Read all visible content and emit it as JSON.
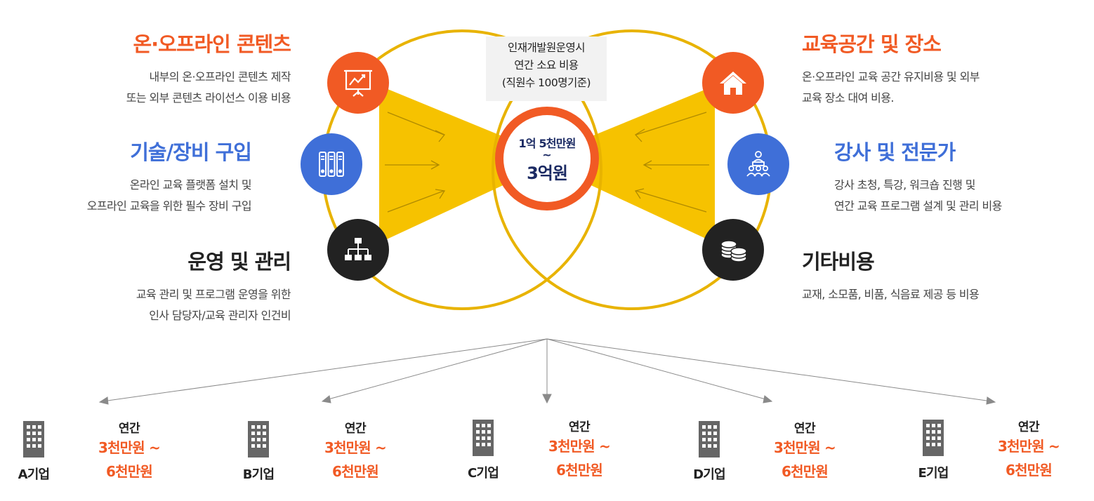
{
  "categories": {
    "online_offline": {
      "title": "온·오프라인 콘텐츠",
      "desc1": "내부의 온·오프라인 콘텐츠 제작",
      "desc2": "또는 외부 콘텐츠 라이선스 이용 비용"
    },
    "tech_equipment": {
      "title": "기술/장비 구입",
      "desc1": "온라인 교육 플랫폼 설치 및",
      "desc2": "오프라인 교육을 위한 필수 장비 구입"
    },
    "operations": {
      "title": "운영 및 관리",
      "desc1": "교육 관리 및 프로그램 운영을 위한",
      "desc2": "인사 담당자/교육 관리자 인건비"
    },
    "space": {
      "title": "교육공간 및 장소",
      "desc1": "온·오프라인 교육 공간 유지비용 및 외부",
      "desc2": "교육 장소 대여 비용."
    },
    "instructors": {
      "title": "강사 및 전문가",
      "desc1": "강사 초청, 특강, 워크숍 진행 및",
      "desc2": "연간 교육 프로그램 설계 및 관리 비용"
    },
    "others": {
      "title": "기타비용",
      "desc1": "교재, 소모품, 비품, 식음료 제공 등 비용"
    }
  },
  "cost_label": {
    "line1": "인재개발원운영시",
    "line2": "연간 소요 비용",
    "line3": "(직원수 100명기준)"
  },
  "center": {
    "line1": "1억 5천만원",
    "tilde": "~",
    "line2": "3억원"
  },
  "companies": [
    {
      "name": "A기업",
      "annual_label": "연간",
      "value1": "3천만원 ~",
      "value2": "6천만원"
    },
    {
      "name": "B기업",
      "annual_label": "연간",
      "value1": "3천만원 ~",
      "value2": "6천만원"
    },
    {
      "name": "C기업",
      "annual_label": "연간",
      "value1": "3천만원 ~",
      "value2": "6천만원"
    },
    {
      "name": "D기업",
      "annual_label": "연간",
      "value1": "3천만원 ~",
      "value2": "6천만원"
    },
    {
      "name": "E기업",
      "annual_label": "연간",
      "value1": "3천만원 ~",
      "value2": "6천만원"
    }
  ],
  "colors": {
    "orange": "#f15a24",
    "blue": "#3f6fd8",
    "dark": "#222222",
    "yellow": "#f6c200",
    "ring": "#e8b300",
    "navy": "#1b2a63"
  },
  "icons": {
    "online_offline": "presentation-board-icon",
    "tech_equipment": "server-rack-icon",
    "operations": "org-chart-icon",
    "space": "home-icon",
    "instructors": "lecturer-audience-icon",
    "others": "coins-icon",
    "company": "building-icon"
  }
}
